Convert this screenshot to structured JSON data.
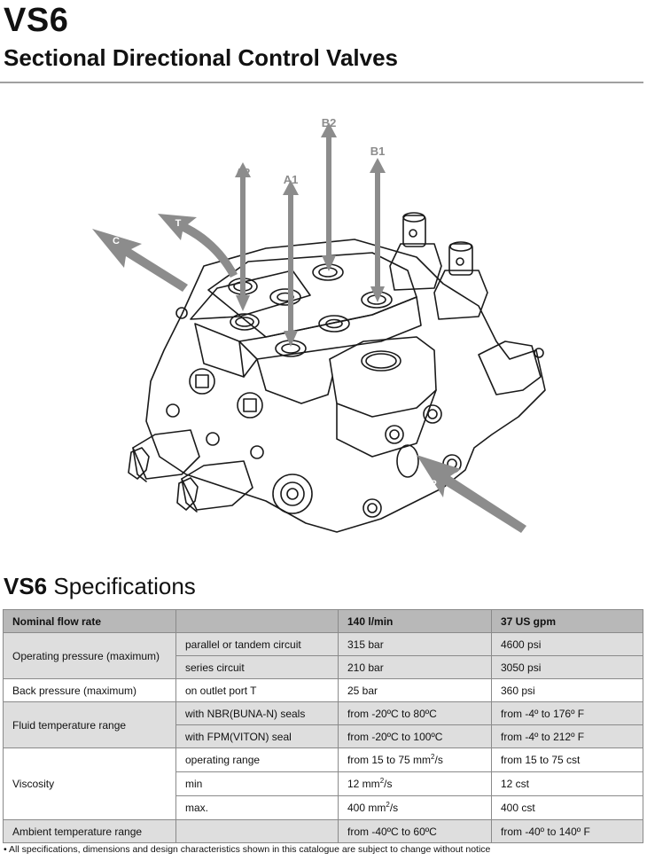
{
  "header": {
    "code": "VS6",
    "subtitle": "Sectional Directional Control Valves"
  },
  "illustration": {
    "ports": [
      "A2",
      "A1",
      "B2",
      "B1",
      "T",
      "C",
      "P"
    ],
    "colors": {
      "arrow": "#8c8c8c",
      "line": "#1a1a1a"
    }
  },
  "specs": {
    "title_bold": "VS6",
    "title_rest": " Specifications",
    "header_row": {
      "label": "Nominal flow rate",
      "metric": "140 l/min",
      "imperial": "37 US gpm"
    },
    "op_pressure": {
      "label": "Operating pressure (maximum)",
      "rows": [
        {
          "cond": "parallel or tandem circuit",
          "metric": "315 bar",
          "imperial": "4600 psi"
        },
        {
          "cond": "series circuit",
          "metric": "210 bar",
          "imperial": "3050 psi"
        }
      ]
    },
    "back_pressure": {
      "label": "Back pressure (maximum)",
      "cond": "on outlet port T",
      "metric": "25 bar",
      "imperial": "360 psi"
    },
    "fluid_temp": {
      "label": "Fluid temperature range",
      "rows": [
        {
          "cond": "with NBR(BUNA-N) seals",
          "metric": "from -20ºC to 80ºC",
          "imperial": "from -4º to 176º F"
        },
        {
          "cond": "with FPM(VITON) seal",
          "metric": "from -20ºC to 100ºC",
          "imperial": "from -4º to 212º F"
        }
      ]
    },
    "viscosity": {
      "label": "Viscosity",
      "rows": [
        {
          "cond": "operating range",
          "metric_pre": "from 15 to 75 mm",
          "metric_sup": "2",
          "metric_post": "/s",
          "imperial": "from 15 to 75 cst"
        },
        {
          "cond": "min",
          "metric_pre": "12 mm",
          "metric_sup": "2",
          "metric_post": "/s",
          "imperial": "12 cst"
        },
        {
          "cond": "max.",
          "metric_pre": "400 mm",
          "metric_sup": "2",
          "metric_post": "/s",
          "imperial": "400 cst"
        }
      ]
    },
    "ambient_temp": {
      "label": "Ambient temperature range",
      "metric": "from -40ºC to 60ºC",
      "imperial": "from -40º to 140º F"
    }
  },
  "footnote": "All specifications, dimensions and design characteristics shown in this catalogue are subject to change without notice"
}
